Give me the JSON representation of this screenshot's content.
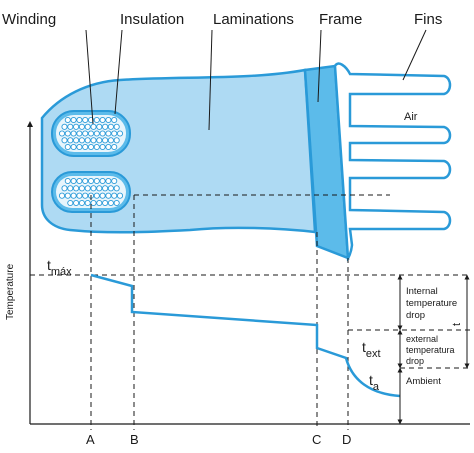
{
  "headers": {
    "winding": "Winding",
    "insulation": "Insulation",
    "laminations": "Laminations",
    "frame": "Frame",
    "fins": "Fins"
  },
  "air_label": "Air",
  "axis": {
    "y_label": "Temperature",
    "x_markers": [
      "A",
      "B",
      "C",
      "D"
    ]
  },
  "temperatures": {
    "t_max_base": "t",
    "t_max_sub": "máx",
    "t_ext_base": "t",
    "t_ext_sub": "ext",
    "t_a_base": "t",
    "t_a_sub": "a"
  },
  "annotations": {
    "internal_line1": "Internal",
    "internal_line2": "temperature",
    "internal_line3": "drop",
    "external_line1": "external",
    "external_line2": "temperatura",
    "external_line3": "drop",
    "ambient": "Ambient",
    "total": "t"
  },
  "colors": {
    "stroke": "#2a9ad8",
    "fill_light": "#aedaf3",
    "fill_frame": "#5cbbea",
    "fill_fins": "#ffffff",
    "ink": "#1a1a1a"
  }
}
